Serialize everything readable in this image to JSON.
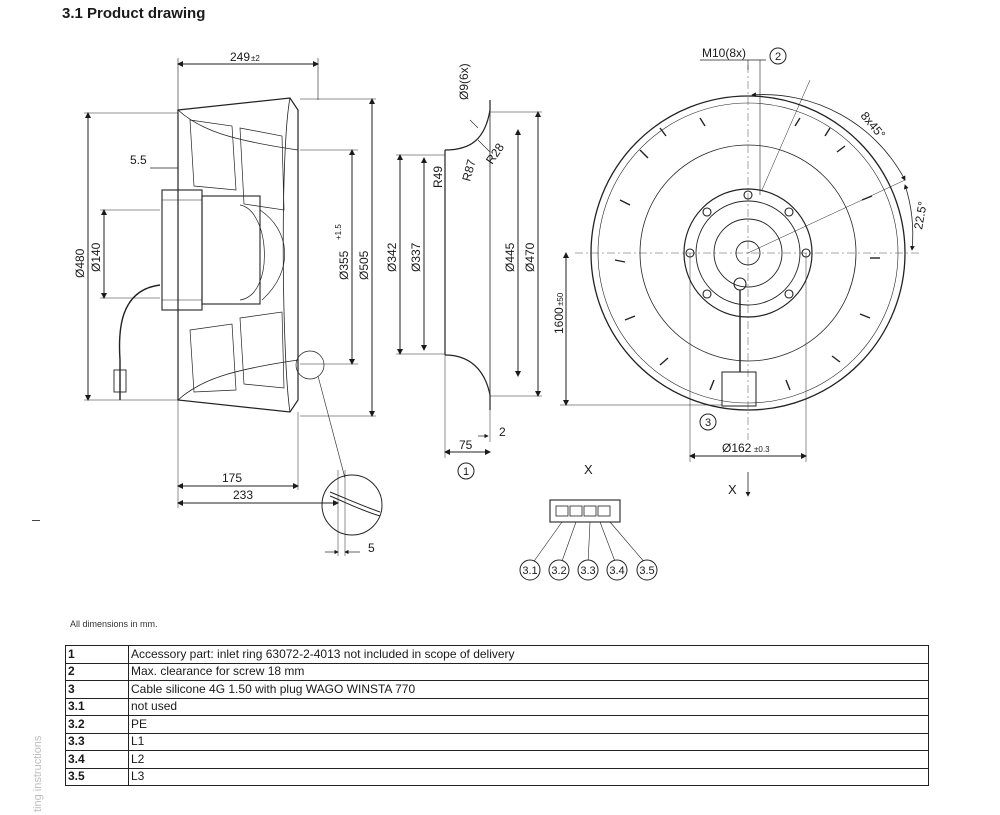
{
  "heading": "3.1 Product drawing",
  "dimension_note": "All dimensions in mm.",
  "side_text": "ting instructions",
  "dimensions": {
    "width_249": "249",
    "width_249_tol": "±2",
    "d_5_5": "5.5",
    "d_480": "Ø480",
    "d_140": "Ø140",
    "d_355": "Ø355",
    "d_355_tol": "+1.5",
    "d_505": "Ø505",
    "d_175": "175",
    "d_233": "233",
    "d_5": "5",
    "d_9": "Ø9(6x)",
    "r49": "R49",
    "r87": "R87",
    "r28": "R28",
    "d_342": "Ø342",
    "d_337": "Ø337",
    "d_445": "Ø445",
    "d_470": "Ø470",
    "d_75": "75",
    "d_2": "2",
    "m10": "M10(8x)",
    "angle_8x45": "8x45°",
    "angle_22_5": "22.5°",
    "cable_1600": "1600",
    "cable_1600_tol": "±50",
    "d_162": "Ø162",
    "d_162_tol": "±0.3",
    "view_x_top": "X",
    "view_x_side": "X"
  },
  "callouts": {
    "c1": "1",
    "c2": "2",
    "c3": "3",
    "c31": "3.1",
    "c32": "3.2",
    "c33": "3.3",
    "c34": "3.4",
    "c35": "3.5"
  },
  "legend": [
    {
      "key": "1",
      "text": "Accessory part: inlet ring 63072-2-4013 not included in scope of delivery"
    },
    {
      "key": "2",
      "text": "Max. clearance for screw 18 mm"
    },
    {
      "key": "3",
      "text": "Cable silicone 4G 1.50 with plug WAGO WINSTA 770"
    },
    {
      "key": "3.1",
      "text": "not used"
    },
    {
      "key": "3.2",
      "text": "PE"
    },
    {
      "key": "3.3",
      "text": "L1"
    },
    {
      "key": "3.4",
      "text": "L2"
    },
    {
      "key": "3.5",
      "text": "L3"
    }
  ]
}
